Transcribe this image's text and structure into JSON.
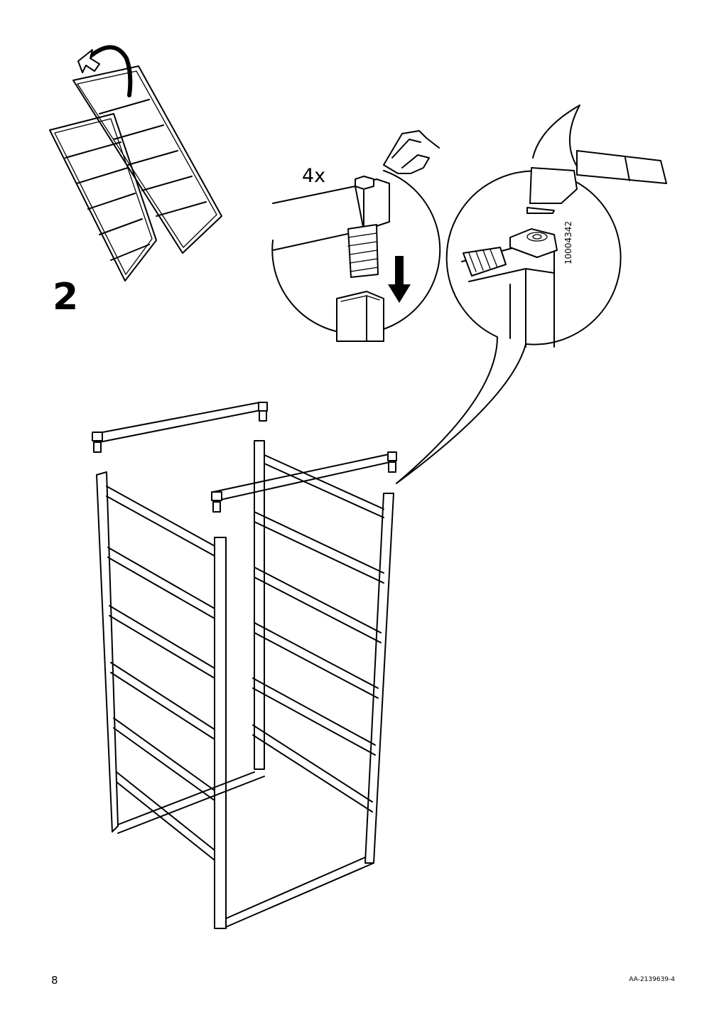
{
  "step": {
    "number": "2"
  },
  "detail_connector": {
    "quantity": "4x"
  },
  "detail_hammer": {
    "part_number": "10004342"
  },
  "footer": {
    "page_number": "8",
    "document_code": "AA-2139639-4"
  },
  "icons": [
    "rotate-arrow-icon",
    "pointing-hand-icon",
    "down-arrow-icon",
    "hammer-icon"
  ]
}
